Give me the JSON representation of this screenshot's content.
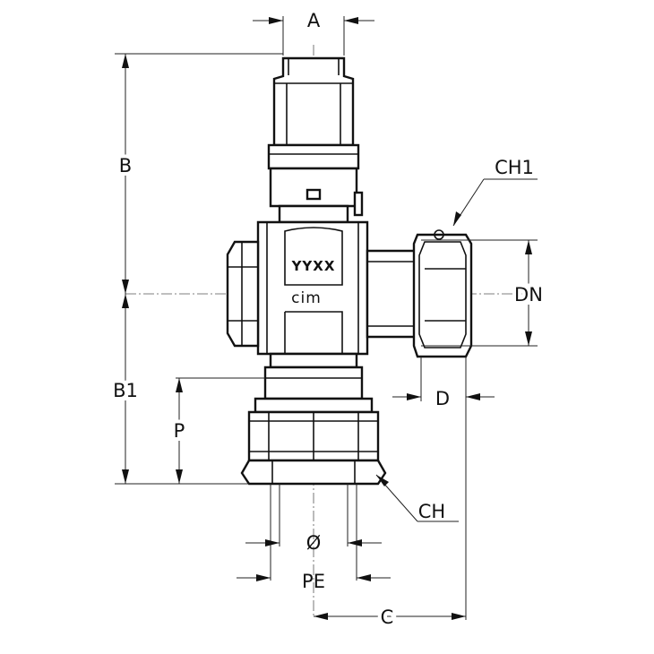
{
  "dimensions": {
    "A": "A",
    "B": "B",
    "B1": "B1",
    "P": "P",
    "CH1": "CH1",
    "DN": "DN",
    "D": "D",
    "CH": "CH",
    "diameter": "Ø",
    "PE": "PE",
    "C": "C"
  },
  "body_markings": {
    "code": "YYXX",
    "brand": "cim"
  }
}
